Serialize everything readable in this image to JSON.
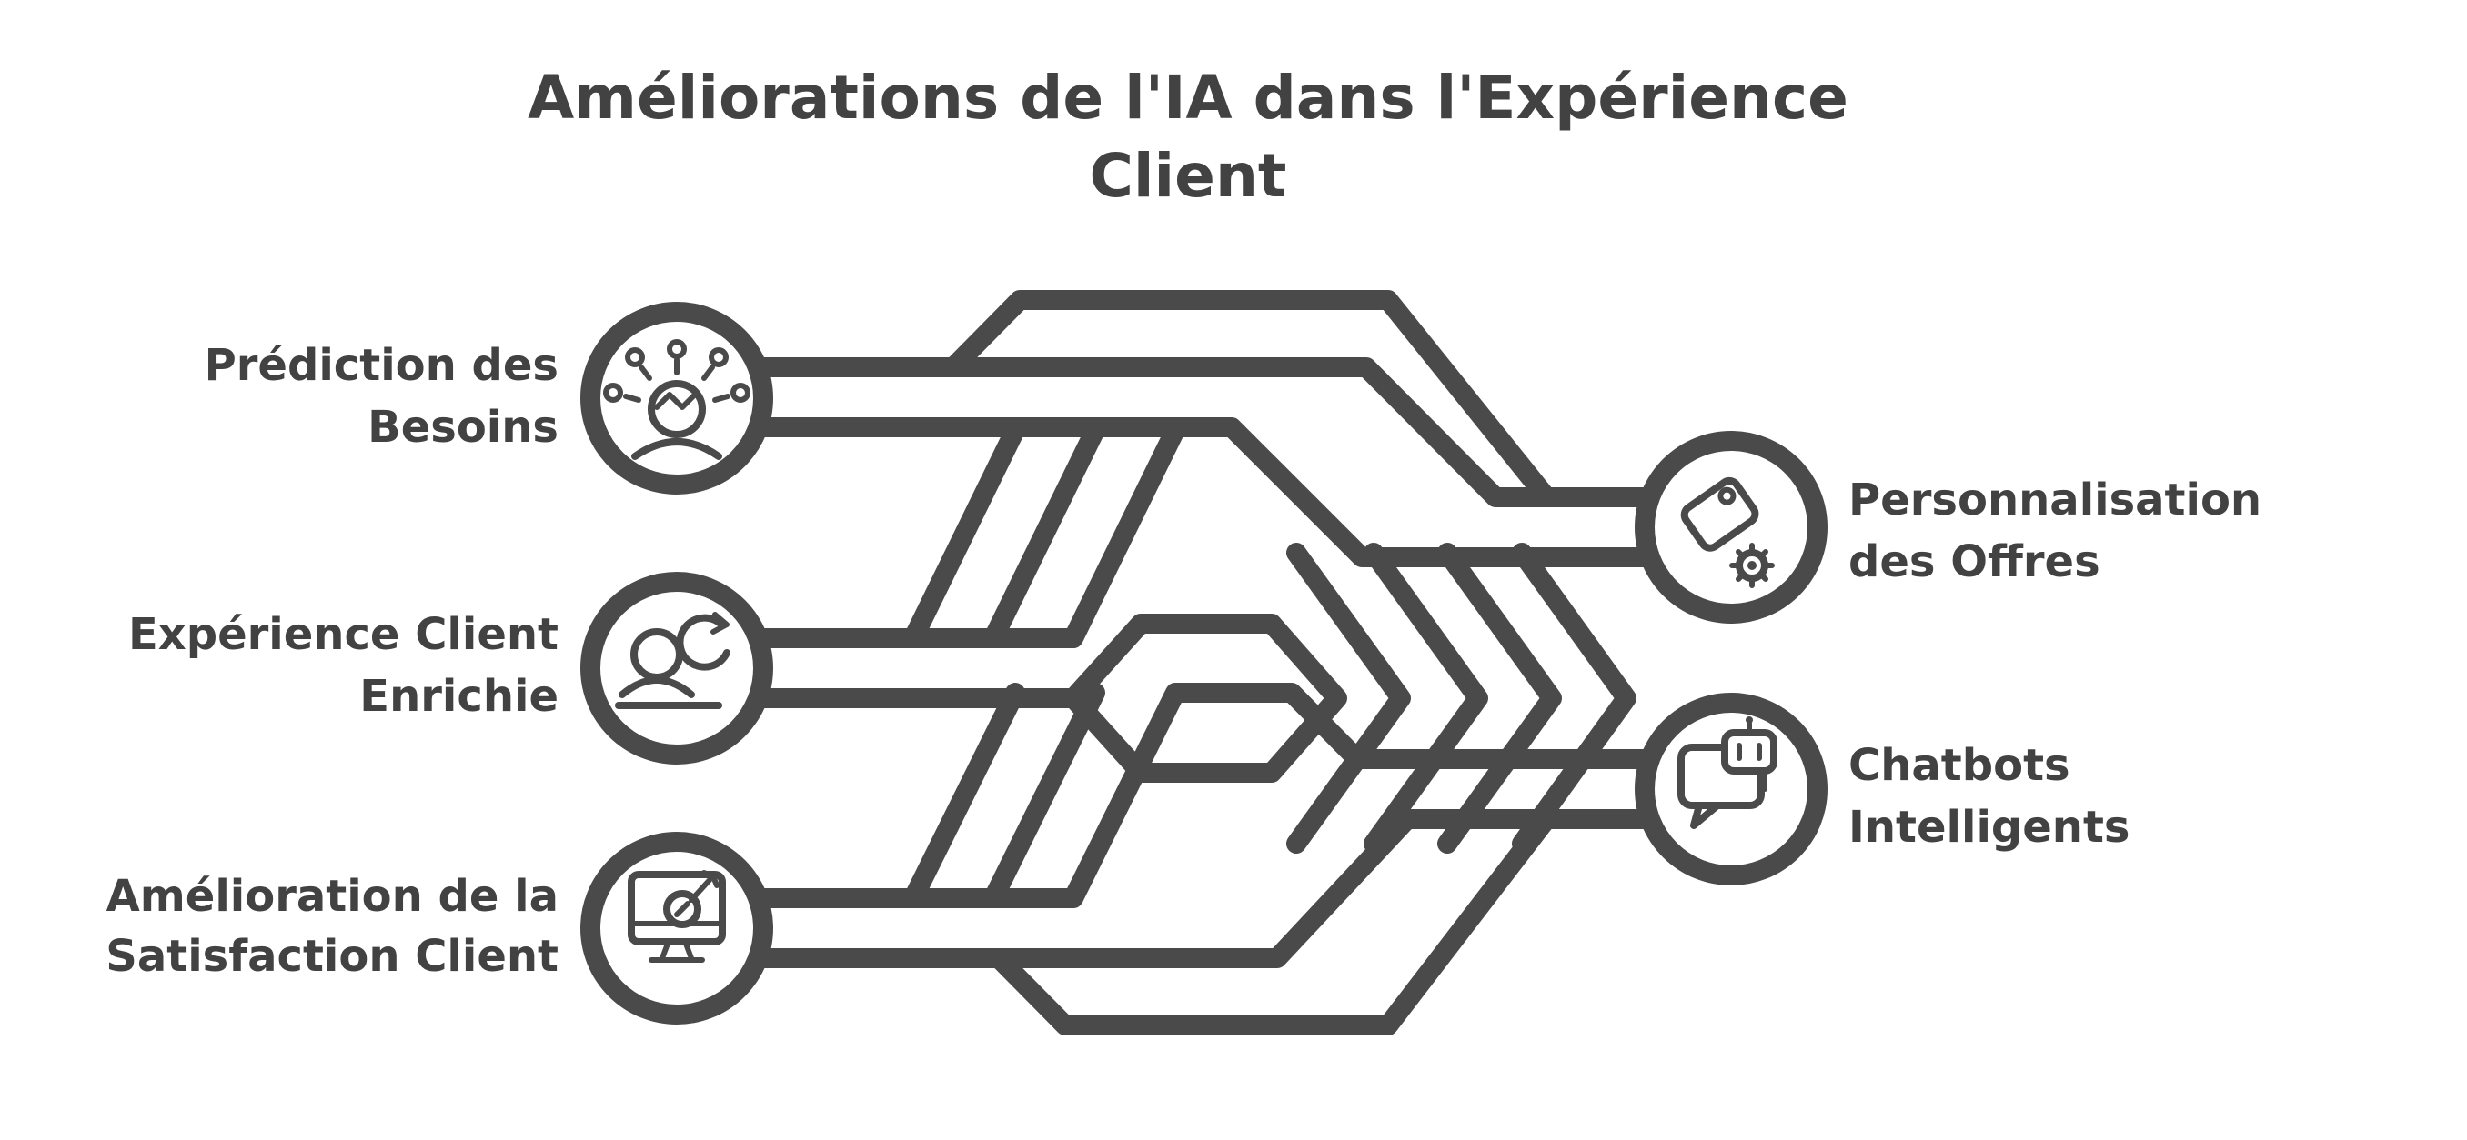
{
  "title": {
    "line1": "Améliorations de l'IA dans l'Expérience",
    "line2": "Client"
  },
  "nodes": {
    "left": [
      {
        "id": "prediction-des-besoins",
        "label_line1": "Prédiction des",
        "label_line2": "Besoins",
        "icon": "user-ideas-icon"
      },
      {
        "id": "experience-client-enrichie",
        "label_line1": "Expérience Client",
        "label_line2": "Enrichie",
        "icon": "user-refresh-icon"
      },
      {
        "id": "amelioration-satisfaction-client",
        "label_line1": "Amélioration de la",
        "label_line2": "Satisfaction Client",
        "icon": "monitor-target-icon"
      }
    ],
    "right": [
      {
        "id": "personnalisation-des-offres",
        "label_line1": "Personnalisation",
        "label_line2": "des Offres",
        "icon": "tag-gear-icon"
      },
      {
        "id": "chatbots-intelligents",
        "label_line1": "Chatbots",
        "label_line2": "Intelligents",
        "icon": "chatbot-bubble-icon"
      }
    ]
  },
  "colors": {
    "line": "#4a4a4a",
    "text": "#424242",
    "background": "#ffffff"
  }
}
